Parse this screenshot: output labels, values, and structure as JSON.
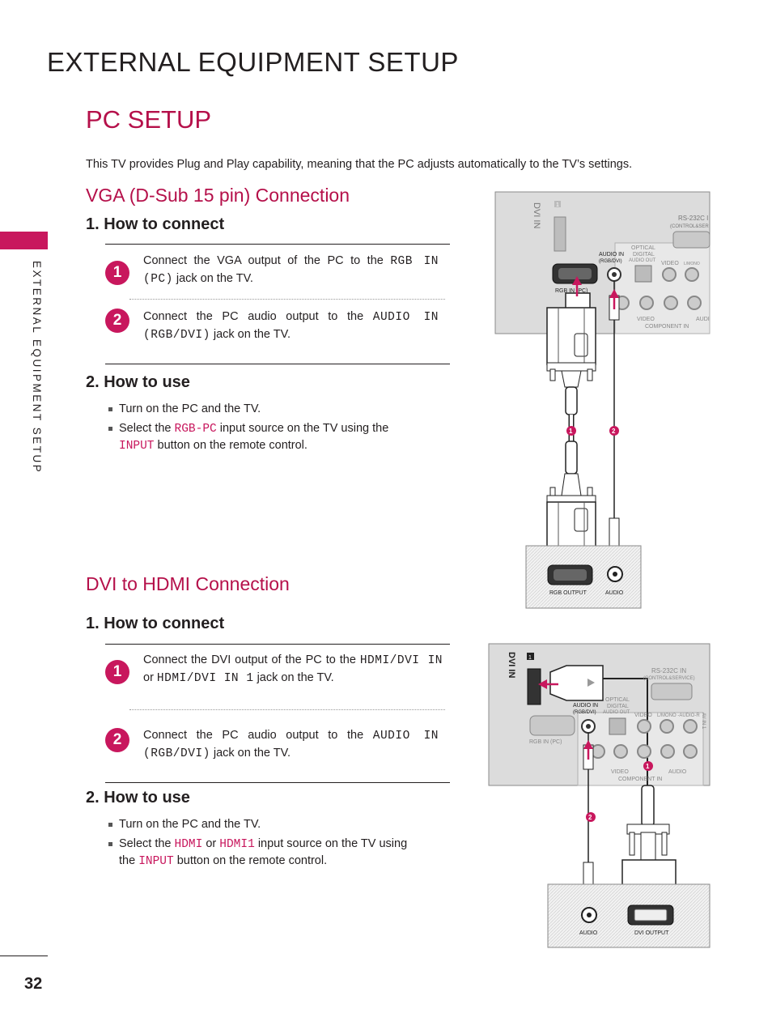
{
  "header": {
    "title": "EXTERNAL EQUIPMENT SETUP"
  },
  "sidebar": {
    "label": "EXTERNAL EQUIPMENT SETUP"
  },
  "section": {
    "title": "PC SETUP",
    "intro": "This TV provides Plug and Play capability, meaning that the PC adjusts automatically to the TV’s settings."
  },
  "vga": {
    "title": "VGA (D-Sub 15 pin) Connection",
    "connect_head": "1. How to connect",
    "step1_badge": "1",
    "step1_pre": "Connect the VGA output of the PC to the ",
    "step1_kw": "RGB IN (PC)",
    "step1_post": " jack on the TV.",
    "step2_badge": "2",
    "step2_pre": "Connect the PC audio output to the ",
    "step2_kw": "AUDIO IN (RGB/DVI)",
    "step2_post": " jack on the TV.",
    "use_head": "2. How to use",
    "use1": "Turn on the PC and the TV.",
    "use2_pre": "Select the ",
    "use2_kw": "RGB-PC",
    "use2_post": " input source on the TV using the",
    "use3_kw": "INPUT",
    "use3_post": " button on the remote control."
  },
  "dvi": {
    "title": "DVI to HDMI Connection",
    "connect_head": "1. How to connect",
    "step1_badge": "1",
    "step1_pre": "Connect the DVI output of the PC to the ",
    "step1_kw1": "HDMI/DVI IN",
    "step1_mid": " or ",
    "step1_kw2": "HDMI/DVI IN 1",
    "step1_post": " jack on the TV.",
    "step2_badge": "2",
    "step2_pre": "Connect the PC audio output to the ",
    "step2_kw": "AUDIO IN (RGB/DVI)",
    "step2_post": " jack on the TV.",
    "use_head": "2. How to use",
    "use1": "Turn on the PC and the TV.",
    "use2_pre": "Select the ",
    "use2_kw1": "HDMI",
    "use2_mid": " or ",
    "use2_kw2": "HDMI1",
    "use2_post": "  input source on the TV using",
    "use3_pre": "the ",
    "use3_kw": "INPUT",
    "use3_post": " button on the remote control."
  },
  "diagram1": {
    "hdmi_label": "DVI IN",
    "hdmi_num": "1",
    "rs232": "RS-232C I",
    "rs232_sub": "(CONTROL&SER",
    "audio_in": "AUDIO IN",
    "audio_in_sub": "(RGB/DVI)",
    "optical": "OPTICAL",
    "digital": "DIGITAL",
    "audio_out": "AUDIO OUT",
    "video": "VIDEO",
    "mono": "L/MONO",
    "rgb_in": "RGB IN (PC)",
    "component": "COMPONENT IN",
    "video2": "VIDEO",
    "audio_short": "AUDI",
    "pc_rgb_output": "RGB OUTPUT",
    "pc_audio": "AUDIO",
    "badge1": "1",
    "badge2": "2"
  },
  "diagram2": {
    "hdmi_label": "DVI IN",
    "hdmi_num": "1",
    "rs232": "RS-232C IN",
    "rs232_sub": "(CONTROL&SERVICE)",
    "audio_in": "AUDIO IN",
    "audio_in_sub": "(RGB/DVI)",
    "optical": "OPTICAL",
    "digital": "DIGITAL",
    "audio_out": "AUDIO OUT",
    "video": "VIDEO",
    "mono_audio": "L/MONO -AUDIO-R",
    "av_in": "AV IN 1",
    "rgb_in": "RGB IN (PC)",
    "component": "COMPONENT IN",
    "video2": "VIDEO",
    "audio2": "AUDIO",
    "pc_audio": "AUDIO",
    "pc_dvi_output": "DVI OUTPUT",
    "badge1": "1",
    "badge2": "2"
  },
  "footer": {
    "page_number": "32"
  }
}
